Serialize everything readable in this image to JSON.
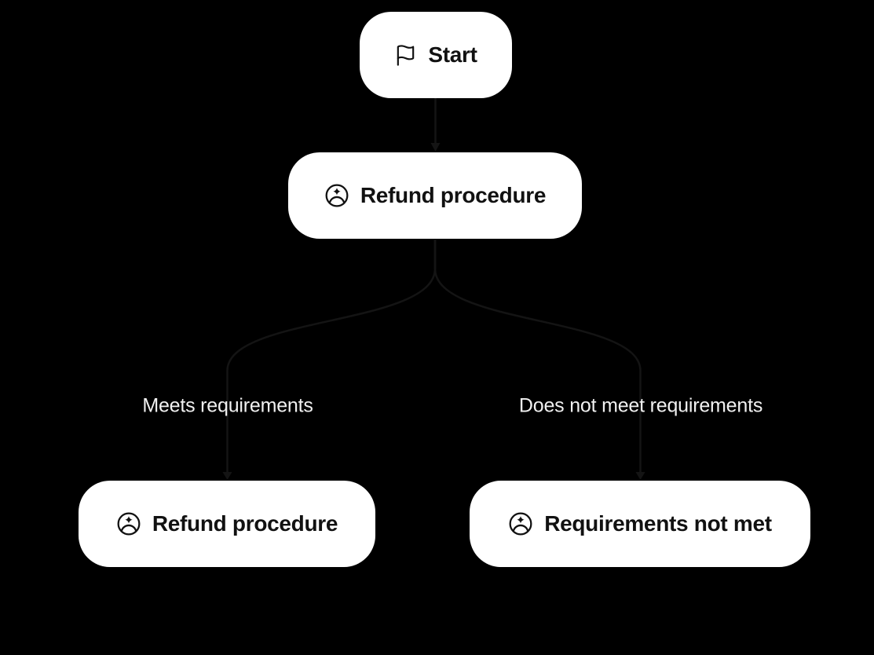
{
  "canvas": {
    "background_color": "#000000"
  },
  "colors": {
    "node_background": "#ffffff",
    "node_text": "#111111",
    "edge_label_text": "#f1f1f1",
    "connector": "#141414"
  },
  "diagram": {
    "nodes": [
      {
        "id": "start",
        "type": "start",
        "icon": "flag-icon",
        "label": "Start"
      },
      {
        "id": "refund-procedure-top",
        "type": "agent",
        "icon": "agent-icon",
        "label": "Refund procedure"
      },
      {
        "id": "refund-procedure-left",
        "type": "agent",
        "icon": "agent-icon",
        "label": "Refund procedure"
      },
      {
        "id": "requirements-not-met",
        "type": "agent",
        "icon": "agent-icon",
        "label": "Requirements not met"
      }
    ],
    "edges": [
      {
        "from": "start",
        "to": "refund-procedure-top",
        "label": ""
      },
      {
        "from": "refund-procedure-top",
        "to": "refund-procedure-left",
        "label": "Meets requirements"
      },
      {
        "from": "refund-procedure-top",
        "to": "requirements-not-met",
        "label": "Does not meet requirements"
      }
    ]
  }
}
